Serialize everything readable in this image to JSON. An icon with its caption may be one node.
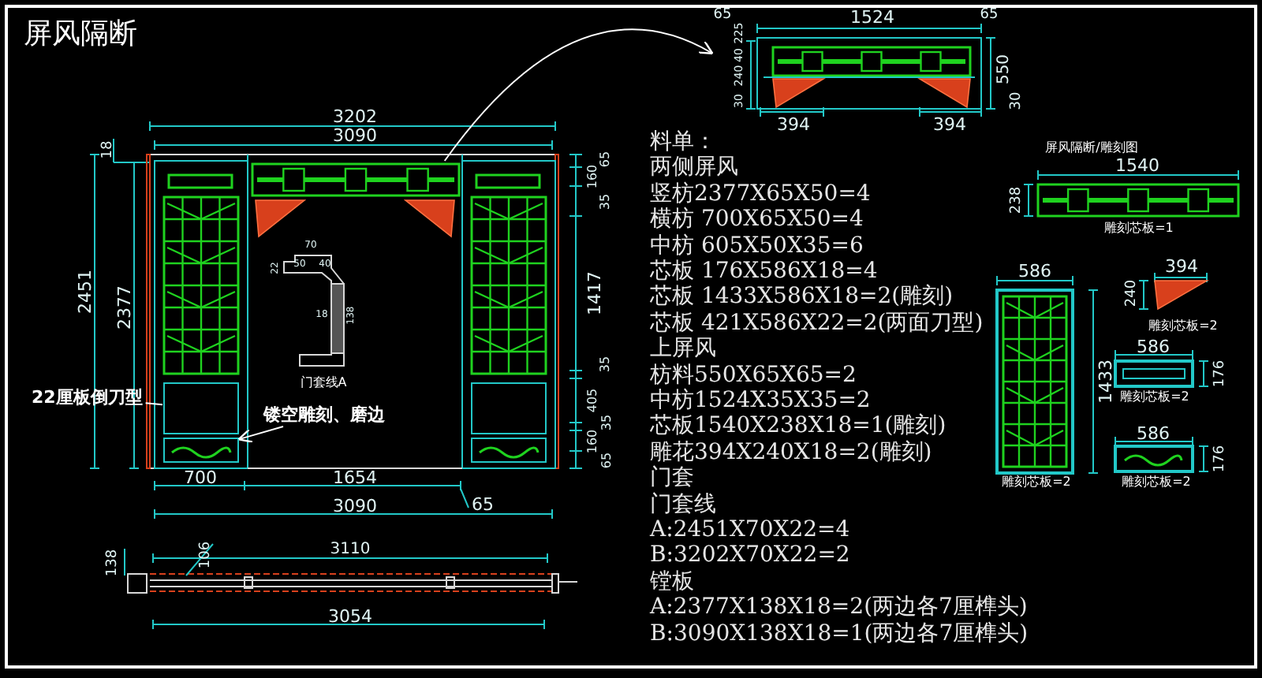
{
  "diagram": {
    "title": "屏风隔断",
    "nodes": [
      {
        "text": [
          "22厘板倒刀型"
        ]
      },
      {
        "text": [
          "镂空雕刻、磨边"
        ]
      },
      {
        "text": [],
        "shape": "picture"
      },
      {
        "text": [],
        "shape": "picture"
      },
      {
        "text": [],
        "shape": "box"
      },
      {
        "text": [],
        "shape": "picture"
      }
    ],
    "edges": [
      {
        "from": 0,
        "to": 4,
        "arrow": "none"
      },
      {
        "from": 1,
        "to": 5,
        "arrow": "to"
      },
      {
        "from": 2,
        "to": 3,
        "arrow": "to"
      }
    ],
    "labels": [
      "3202",
      "3090",
      "18",
      "2451",
      "2377",
      "65",
      "160",
      "35",
      "1417",
      "35",
      "405",
      "35",
      "160",
      "65",
      "门套线A",
      "70",
      "50",
      "40",
      "22",
      "18",
      "138",
      "700",
      "1654",
      "3090",
      "65",
      "138",
      "106",
      "3110",
      "3054",
      "65",
      "1524",
      "65",
      "225",
      "40",
      "240",
      "30",
      "550",
      "30",
      "394",
      "394",
      "料单：",
      "两侧屏风",
      "竖枋2377X65X50=4",
      "横枋 700X65X50=4",
      "中枋 605X50X35=6",
      "芯板 176X586X18=4",
      "芯板 1433X586X18=2(雕刻)",
      "芯板 421X586X22=2(两面刀型)",
      "上屏风",
      "枋料550X65X65=2",
      "中枋1524X35X35=2",
      "芯板1540X238X18=1(雕刻)",
      "雕花394X240X18=2(雕刻)",
      "门套",
      "门套线",
      "A:2451X70X22=4",
      "B:3202X70X22=2",
      "镗板",
      "A:2377X138X18=2(两边各7厘榫头)",
      "B:3090X138X18=1(两边各7厘榫头)",
      "屏风隔断/雕刻图",
      "1540",
      "238",
      "雕刻芯板=1",
      "586",
      "1433",
      "雕刻芯板=2",
      "394",
      "240",
      "雕刻芯板=2",
      "586",
      "176",
      "雕刻芯板=2",
      "586",
      "176",
      "雕刻芯板=2"
    ]
  }
}
